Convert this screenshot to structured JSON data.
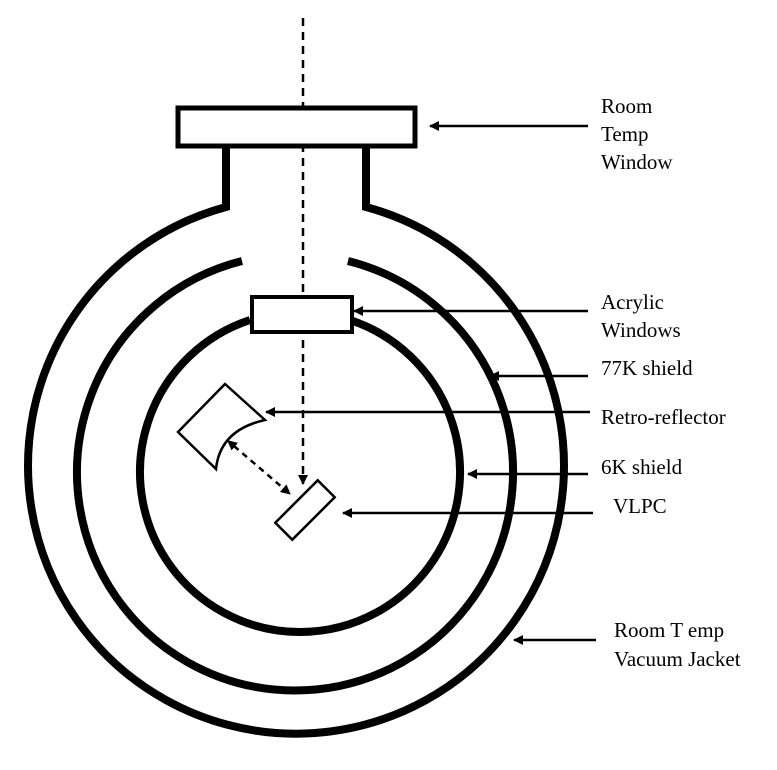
{
  "diagram": {
    "labels": {
      "room_temp_window": [
        "Room",
        "Temp",
        "Window"
      ],
      "acrylic_windows": [
        "Acrylic",
        "Windows"
      ],
      "shield_77k": "77K shield",
      "retro_reflector": "Retro-reflector",
      "shield_6k": "6K shield",
      "vlpc": "VLPC",
      "vacuum_jacket": [
        "Room T emp",
        "Vacuum Jacket"
      ]
    }
  }
}
